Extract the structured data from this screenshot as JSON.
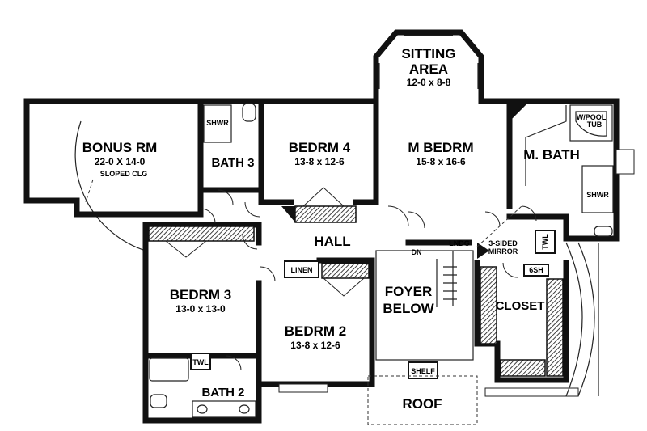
{
  "rooms": {
    "sitting_area": {
      "name_line1": "SITTING",
      "name_line2": "AREA",
      "dims": "12-0 x 8-8"
    },
    "bonus_rm": {
      "name": "BONUS RM",
      "dims": "22-0 X 14-0",
      "note": "SLOPED CLG"
    },
    "bedrm4": {
      "name": "BEDRM 4",
      "dims": "13-8 x 12-6"
    },
    "m_bedrm": {
      "name": "M BEDRM",
      "dims": "15-8 x 16-6"
    },
    "m_bath": {
      "name": "M. BATH"
    },
    "bath3": {
      "name": "BATH 3"
    },
    "hall": {
      "name": "HALL"
    },
    "bedrm3": {
      "name": "BEDRM 3",
      "dims": "13-0 x 13-0"
    },
    "bedrm2": {
      "name": "BEDRM 2",
      "dims": "13-8 x 12-6"
    },
    "foyer": {
      "name_line1": "FOYER",
      "name_line2": "BELOW"
    },
    "closet": {
      "name": "CLOSET"
    },
    "bath2": {
      "name": "BATH 2"
    },
    "roof": {
      "name": "ROOF"
    }
  },
  "fixtures": {
    "shwr_bath3": "SHWR",
    "shwr_mbath": "SHWR",
    "wpool_line1": "W/POOL",
    "wpool_line2": "TUB",
    "twl_mbath": "TWL",
    "twl_bath2": "TWL",
    "linen": "LINEN",
    "shelf": "SHELF",
    "dn": "DN",
    "lndg": "LNDG",
    "mirror_line1": "3-SIDED",
    "mirror_line2": "MIRROR",
    "sh": "6SH"
  }
}
